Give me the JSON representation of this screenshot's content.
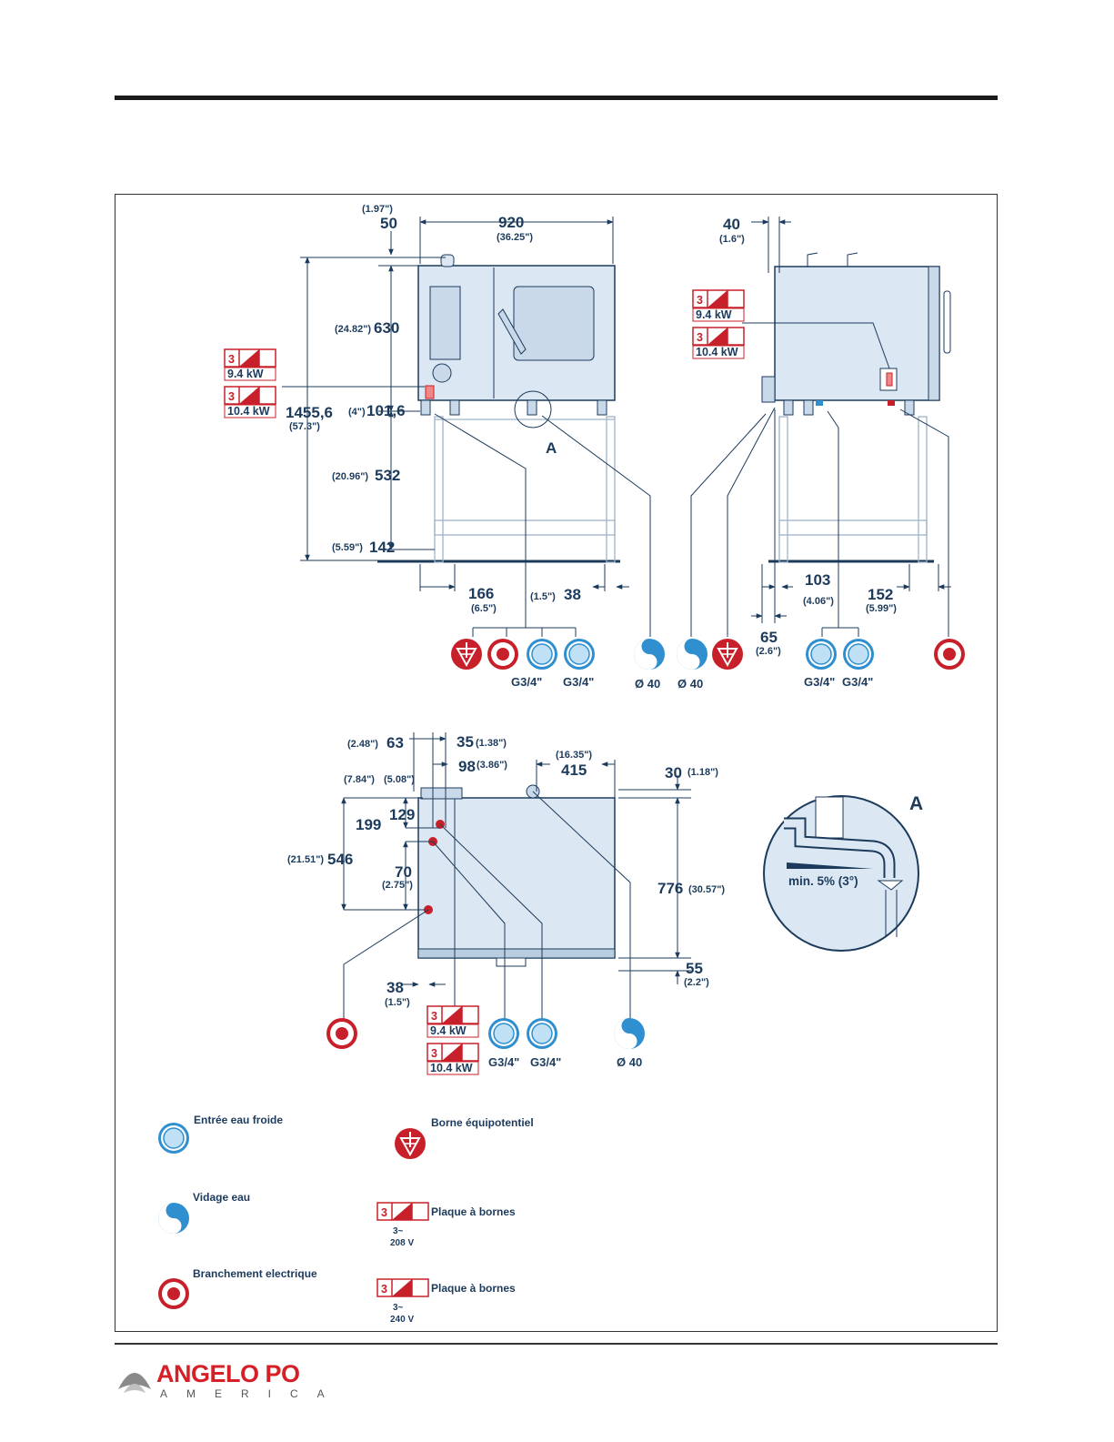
{
  "dims_front": {
    "d50_in": "(1.97\")",
    "d50": "50",
    "d920": "920",
    "d920_in": "(36.25\")",
    "d630_in": "(24.82\")",
    "d630": "630",
    "d1455": "1455,6",
    "d1455_in": "(57.3\")",
    "d101_in": "(4\")",
    "d101": "101,6",
    "d532_in": "(20.96\")",
    "d532": "532",
    "d142_in": "(5.59\")",
    "d142": "142",
    "d166": "166",
    "d166_in": "(6.5\")",
    "d38_in": "(1.5\")",
    "d38": "38",
    "detail": "A"
  },
  "dims_side": {
    "d40": "40",
    "d40_in": "(1.6\")",
    "d103": "103",
    "d103_in": "(4.06\")",
    "d152": "152",
    "d152_in": "(5.99\")",
    "d65": "65",
    "d65_in": "(2.6\")"
  },
  "dims_top": {
    "d63_in": "(2.48\")",
    "d63": "63",
    "d35": "35",
    "d35_in": "(1.38\")",
    "d98": "98",
    "d98_in": "(3.86\")",
    "d415_in": "(16.35\")",
    "d415": "415",
    "d30": "30",
    "d30_in": "(1.18\")",
    "d784_in": "(7.84\")",
    "d508_in": "(5.08\")",
    "d199": "199",
    "d129": "129",
    "d546_in": "(21.51\")",
    "d546": "546",
    "d70": "70",
    "d70_in": "(2.75\")",
    "d776": "776",
    "d776_in": "(30.57\")",
    "d55": "55",
    "d55_in": "(2.2\")",
    "d38": "38",
    "d38_in": "(1.5\")"
  },
  "detail_a": {
    "label": "A",
    "slope": "min. 5% (3°)"
  },
  "plates": {
    "phase": "3",
    "kw1": "9.4 kW",
    "kw2": "10.4 kW"
  },
  "connections": {
    "water_in": "G3/4\"",
    "drain": "Ø 40"
  },
  "legend": {
    "cold_water": "Entrée eau froide",
    "equipotential": "Borne équipotentiel",
    "drain": "Vidage eau",
    "terminal1": "Plaque à bornes",
    "terminal1_volt": "208 V",
    "electric": "Branchement electrique",
    "terminal2": "Plaque à bornes",
    "terminal2_volt": "240 V",
    "phase_sym": "3~"
  },
  "brand": {
    "name": "ANGELO PO",
    "sub": "AMERICA"
  },
  "colors": {
    "line": "#1c3b5c",
    "appliance": "#dbe7f3",
    "water": "#2f8fcf",
    "red": "#c8202a"
  }
}
